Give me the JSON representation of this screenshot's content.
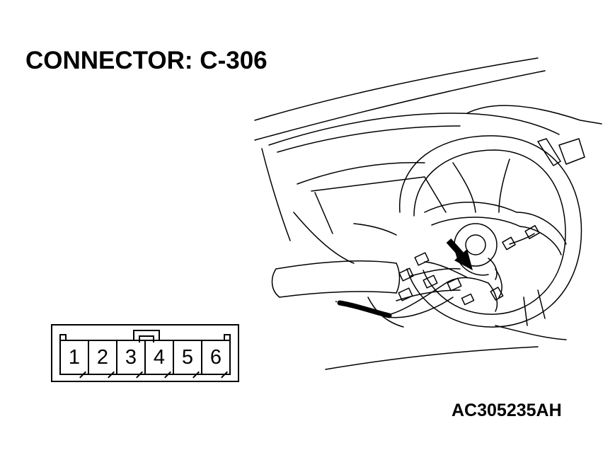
{
  "title": "CONNECTOR: C-306",
  "figure_code": "AC305235AH",
  "connector": {
    "pins": [
      "1",
      "2",
      "3",
      "4",
      "5",
      "6"
    ]
  }
}
